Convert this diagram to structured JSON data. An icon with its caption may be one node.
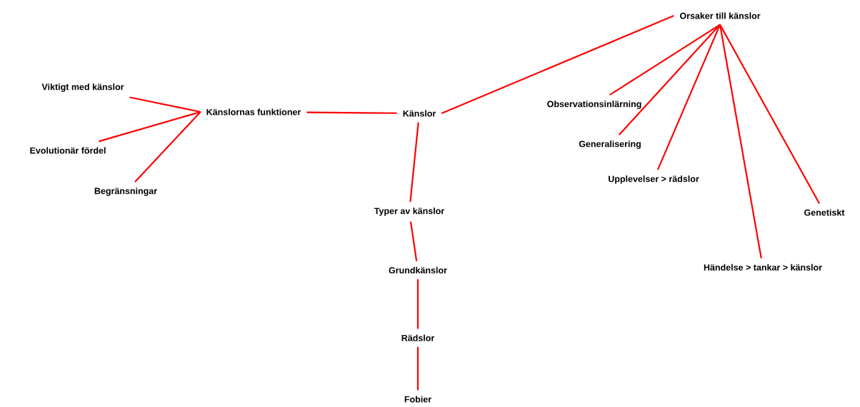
{
  "diagram": {
    "nodes": [
      {
        "text": [
          "Orsaker till känslor"
        ]
      },
      {
        "text": [
          "Viktigt med känslor"
        ]
      },
      {
        "text": [
          "Känslornas funktioner"
        ]
      },
      {
        "text": [
          "Känslor"
        ]
      },
      {
        "text": [
          "Observationsinlärning"
        ]
      },
      {
        "text": [
          "Evolutionär fördel"
        ]
      },
      {
        "text": [
          "Generalisering"
        ]
      },
      {
        "text": [
          "Begränsningar"
        ]
      },
      {
        "text": [
          "Upplevelser > rädslor"
        ]
      },
      {
        "text": [
          "Typer av känslor"
        ]
      },
      {
        "text": [
          "Genetiskt"
        ]
      },
      {
        "text": [
          "Grundkänslor"
        ]
      },
      {
        "text": [
          "Händelse > tankar > känslor"
        ]
      },
      {
        "text": [
          "Rädslor"
        ]
      },
      {
        "text": [
          "Fobier"
        ]
      }
    ],
    "edges": [
      {
        "from": 3,
        "to": 0,
        "arrow": "none"
      },
      {
        "from": 2,
        "to": 3,
        "arrow": "none"
      },
      {
        "from": 2,
        "to": 1,
        "arrow": "none"
      },
      {
        "from": 2,
        "to": 5,
        "arrow": "none"
      },
      {
        "from": 2,
        "to": 7,
        "arrow": "none"
      },
      {
        "from": 3,
        "to": 9,
        "arrow": "none"
      },
      {
        "from": 9,
        "to": 11,
        "arrow": "none"
      },
      {
        "from": 11,
        "to": 13,
        "arrow": "none"
      },
      {
        "from": 13,
        "to": 14,
        "arrow": "none"
      },
      {
        "from": 0,
        "to": 4,
        "arrow": "none"
      },
      {
        "from": 0,
        "to": 6,
        "arrow": "none"
      },
      {
        "from": 0,
        "to": 8,
        "arrow": "none"
      },
      {
        "from": 0,
        "to": 12,
        "arrow": "none"
      },
      {
        "from": 0,
        "to": 10,
        "arrow": "none"
      }
    ]
  }
}
